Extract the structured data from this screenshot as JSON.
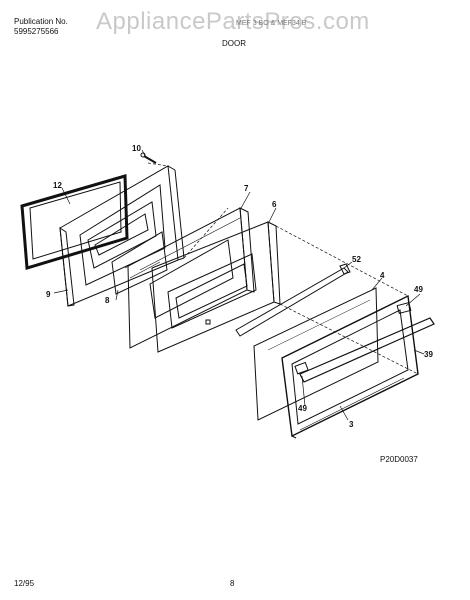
{
  "header": {
    "publication_label": "Publication No.",
    "publication_number": "5995275566",
    "watermark": "AppliancePartsPros.com",
    "model_text": "MEF 3 BO & MEF34 B",
    "section_title": "DOOR"
  },
  "diagram": {
    "figure_code": "P20D0037",
    "callouts": {
      "c10": "10",
      "c12": "12",
      "c7": "7",
      "c6": "6",
      "c52": "52",
      "c4": "4",
      "c49a": "49",
      "c39": "39",
      "c49b": "49",
      "c3": "3",
      "c9": "9",
      "c8": "8"
    }
  },
  "footer": {
    "date": "12/95",
    "page": "8"
  }
}
